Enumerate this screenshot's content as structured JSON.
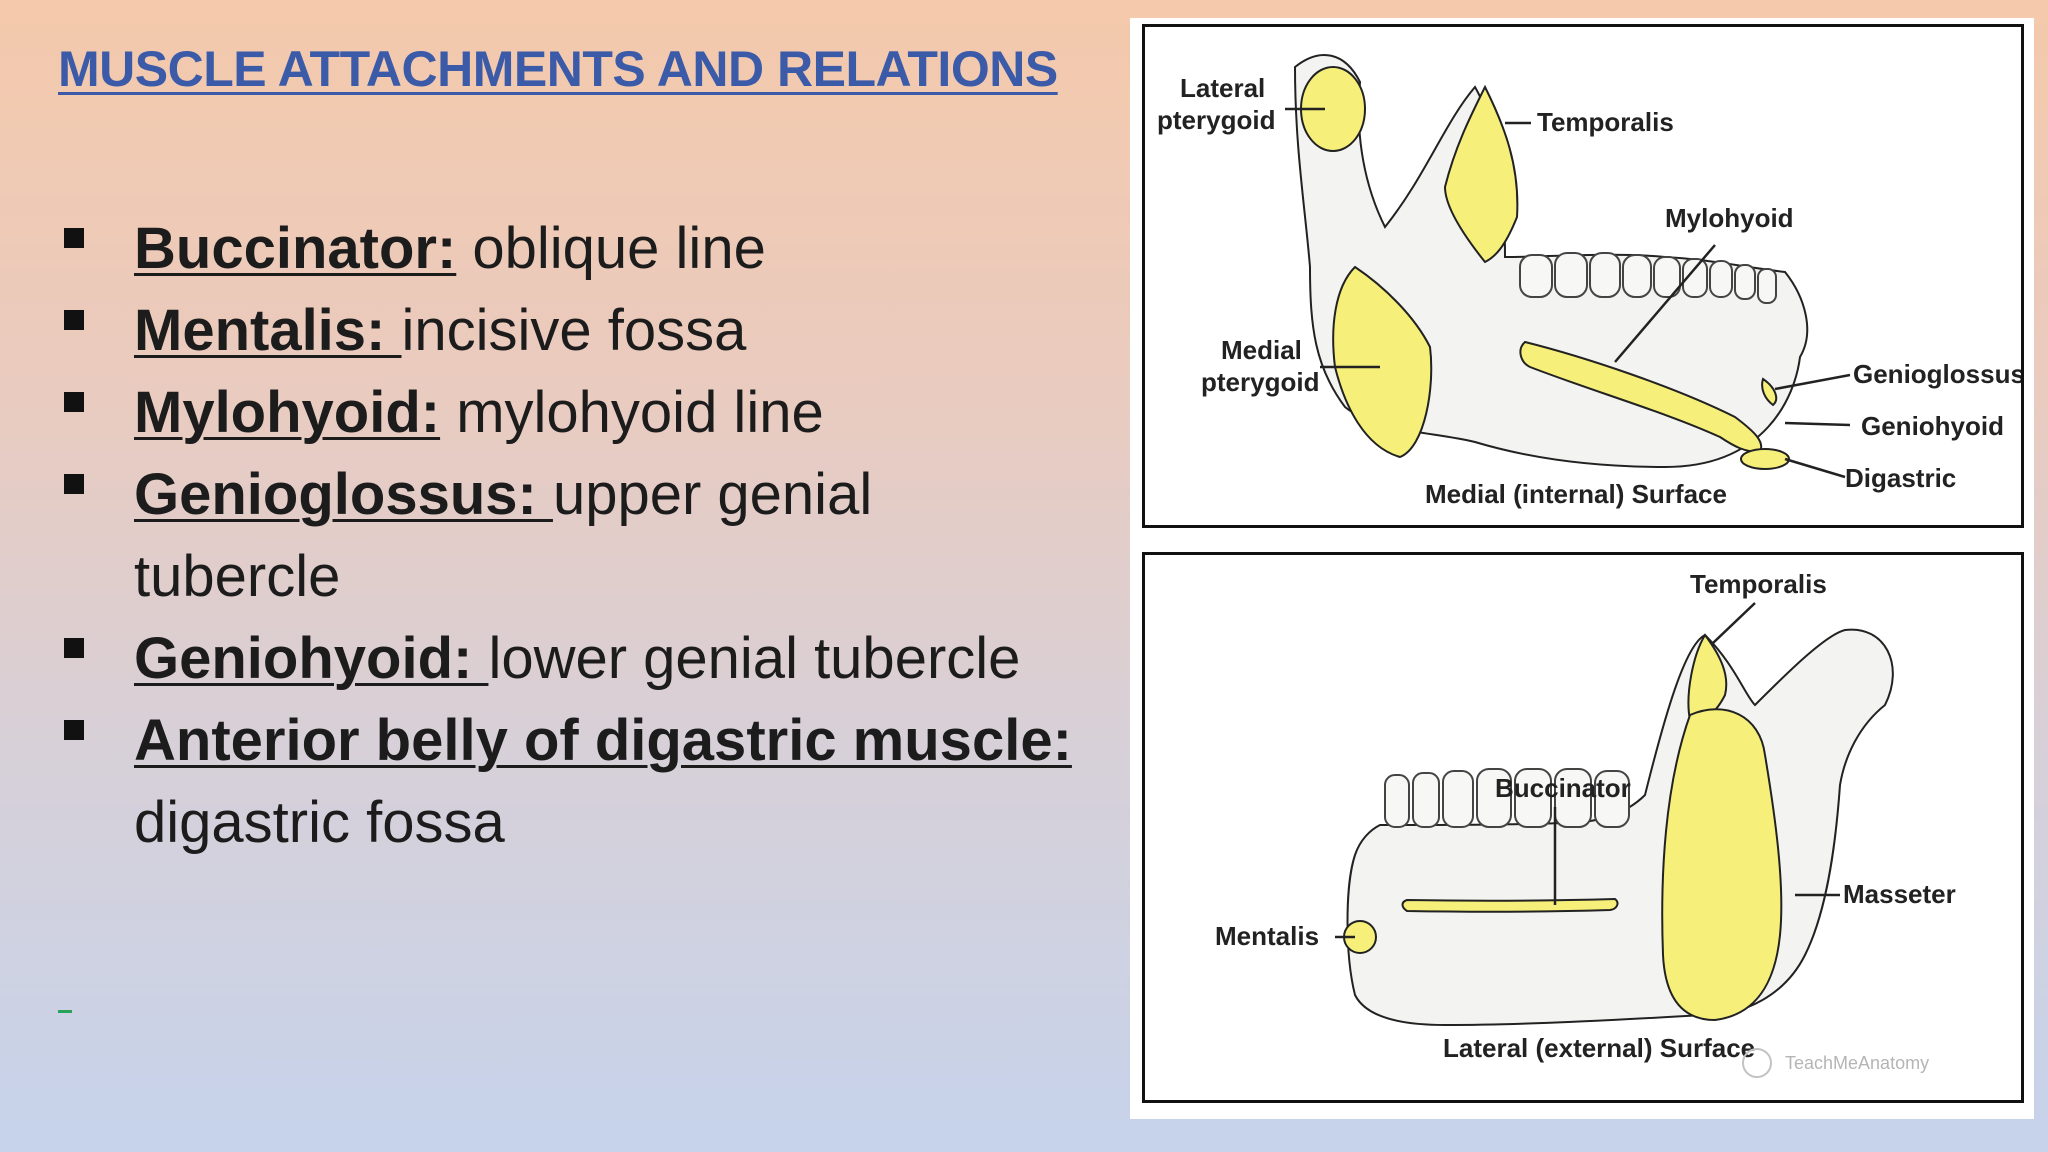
{
  "title": "MUSCLE ATTACHMENTS AND RELATIONS",
  "bullets": [
    {
      "term": "Buccinator:",
      "text": " oblique line"
    },
    {
      "term": "Mentalis: ",
      "text": "incisive fossa"
    },
    {
      "term": "Mylohyoid:",
      "text": " mylohyoid line"
    },
    {
      "term": "Genioglossus: ",
      "text": "upper genial tubercle"
    },
    {
      "term": "Geniohyoid: ",
      "text": "lower genial tubercle"
    },
    {
      "term": "Anterior belly of digastric muscle: ",
      "text": "digastric fossa"
    }
  ],
  "figure": {
    "medial": {
      "caption": "Medial (internal) Surface",
      "labels": {
        "lateral_pterygoid_1": "Lateral",
        "lateral_pterygoid_2": "pterygoid",
        "temporalis": "Temporalis",
        "mylohyoid": "Mylohyoid",
        "medial_pterygoid_1": "Medial",
        "medial_pterygoid_2": "pterygoid",
        "genioglossus": "Genioglossus",
        "geniohyoid": "Geniohyoid",
        "digastric": "Digastric"
      }
    },
    "lateral": {
      "caption": "Lateral (external) Surface",
      "labels": {
        "temporalis": "Temporalis",
        "buccinator": "Buccinator",
        "masseter": "Masseter",
        "mentalis": "Mentalis"
      },
      "watermark": "TeachMeAnatomy"
    },
    "colors": {
      "muscle": "#f6f07a",
      "bone": "#f3f3f1",
      "line": "#222222"
    }
  }
}
